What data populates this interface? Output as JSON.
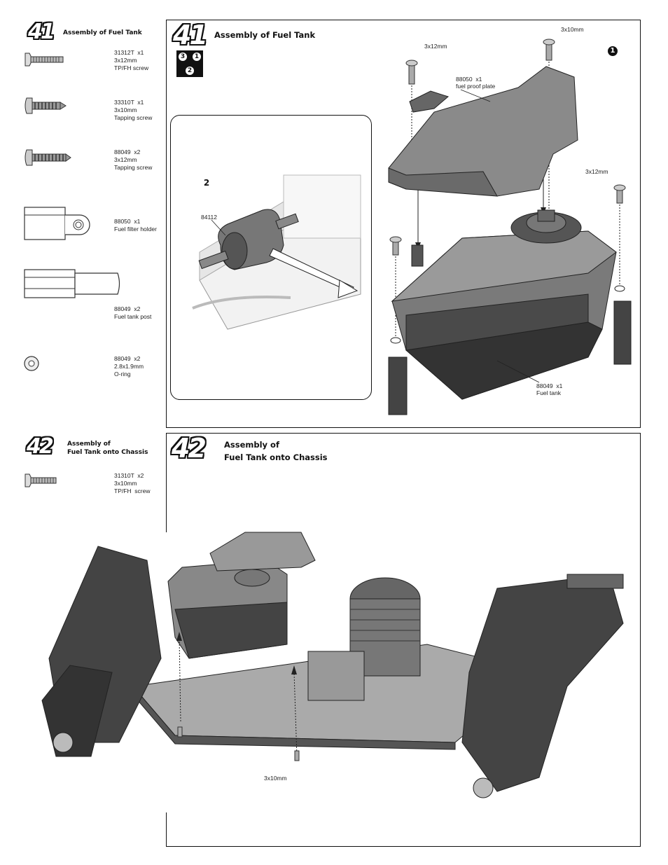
{
  "step41": {
    "number": "41",
    "title": "Assembly of Fuel Tank",
    "parts": [
      {
        "code": "31312T  x1",
        "size": "3x12mm",
        "name": "TP/FH screw",
        "icon": "flat-head-screw-icon"
      },
      {
        "code": "33310T  x1",
        "size": "3x10mm",
        "name": "Tapping screw",
        "icon": "tapping-screw-icon"
      },
      {
        "code": "88049  x2",
        "size": "3x12mm",
        "name": "Tapping screw",
        "icon": "tapping-screw-icon"
      },
      {
        "code": "88050  x1",
        "size": "",
        "name": "Fuel filter holder",
        "icon": "fuel-filter-holder-icon"
      },
      {
        "code": "88049  x2",
        "size": "",
        "name": "Fuel tank post",
        "icon": "fuel-tank-post-icon"
      },
      {
        "code": "88049  x2",
        "size": "2.8x1.9mm",
        "name": "O-ring",
        "icon": "o-ring-icon"
      }
    ],
    "sequence": [
      "3",
      "1",
      "2"
    ],
    "inset_number": "2",
    "inset_part": "84112",
    "main_number": "1",
    "callouts": {
      "screw_a": "3x12mm",
      "screw_b": "3x10mm",
      "screw_c": "3x12mm",
      "plate": "88050  x1\nfuel proof plate",
      "tank": "88049  x1\nFuel tank"
    }
  },
  "step42": {
    "number": "42",
    "title_line1": "Assembly of",
    "title_line2": "Fuel Tank onto Chassis",
    "parts": [
      {
        "code": "31310T  x2",
        "size": "3x10mm",
        "name": "TP/FH  screw",
        "icon": "flat-head-screw-icon"
      }
    ],
    "callouts": {
      "screw": "3x10mm"
    }
  }
}
